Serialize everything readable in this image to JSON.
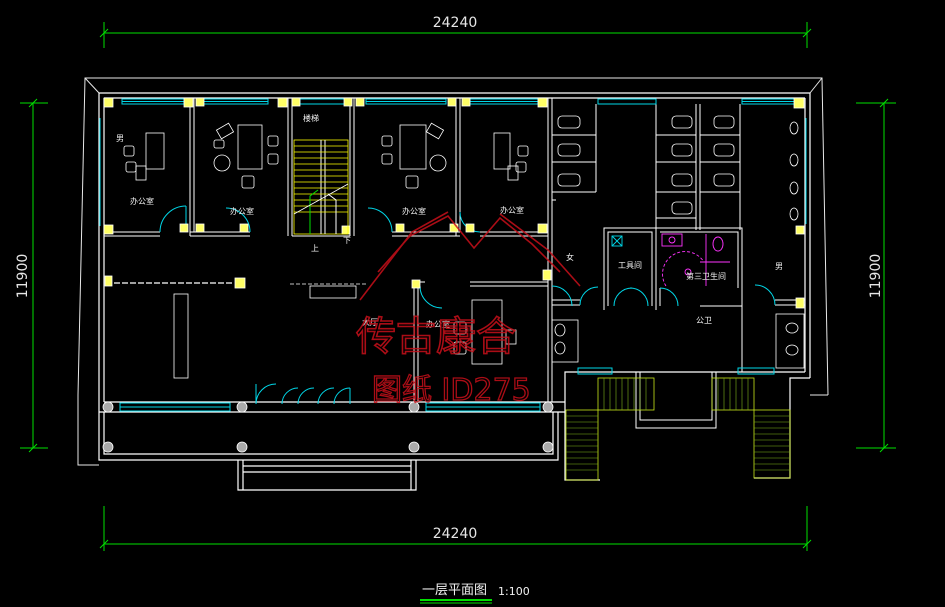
{
  "dimensions": {
    "top_width": "24240",
    "bottom_width": "24240",
    "left_height": "11900",
    "right_height": "11900"
  },
  "rooms": {
    "office_1": "办公室",
    "office_2": "办公室",
    "office_3": "办公室",
    "office_4": "办公室",
    "office_5": "办公室",
    "stairs": "楼梯",
    "stair_up": "上",
    "stair_down": "下",
    "hall": "大厅",
    "tool_room": "工具间",
    "accessible_wc": "第三卫生间",
    "public_wc": "公卫",
    "female_wc": "女",
    "male_wc": "男",
    "male_office_tag": "男"
  },
  "watermark": {
    "line1": "传古康合",
    "line2": "图纸 ID275"
  },
  "title": {
    "name": "一层平面图",
    "scale": "1:100"
  },
  "colors": {
    "background": "#000000",
    "wall": "#ffffff",
    "dimension": "#00ff00",
    "window": "#00d7e8",
    "column": "#ffff66",
    "stair": "#ffff00",
    "fixture": "#ff33ff",
    "watermark": "#c8101a"
  }
}
